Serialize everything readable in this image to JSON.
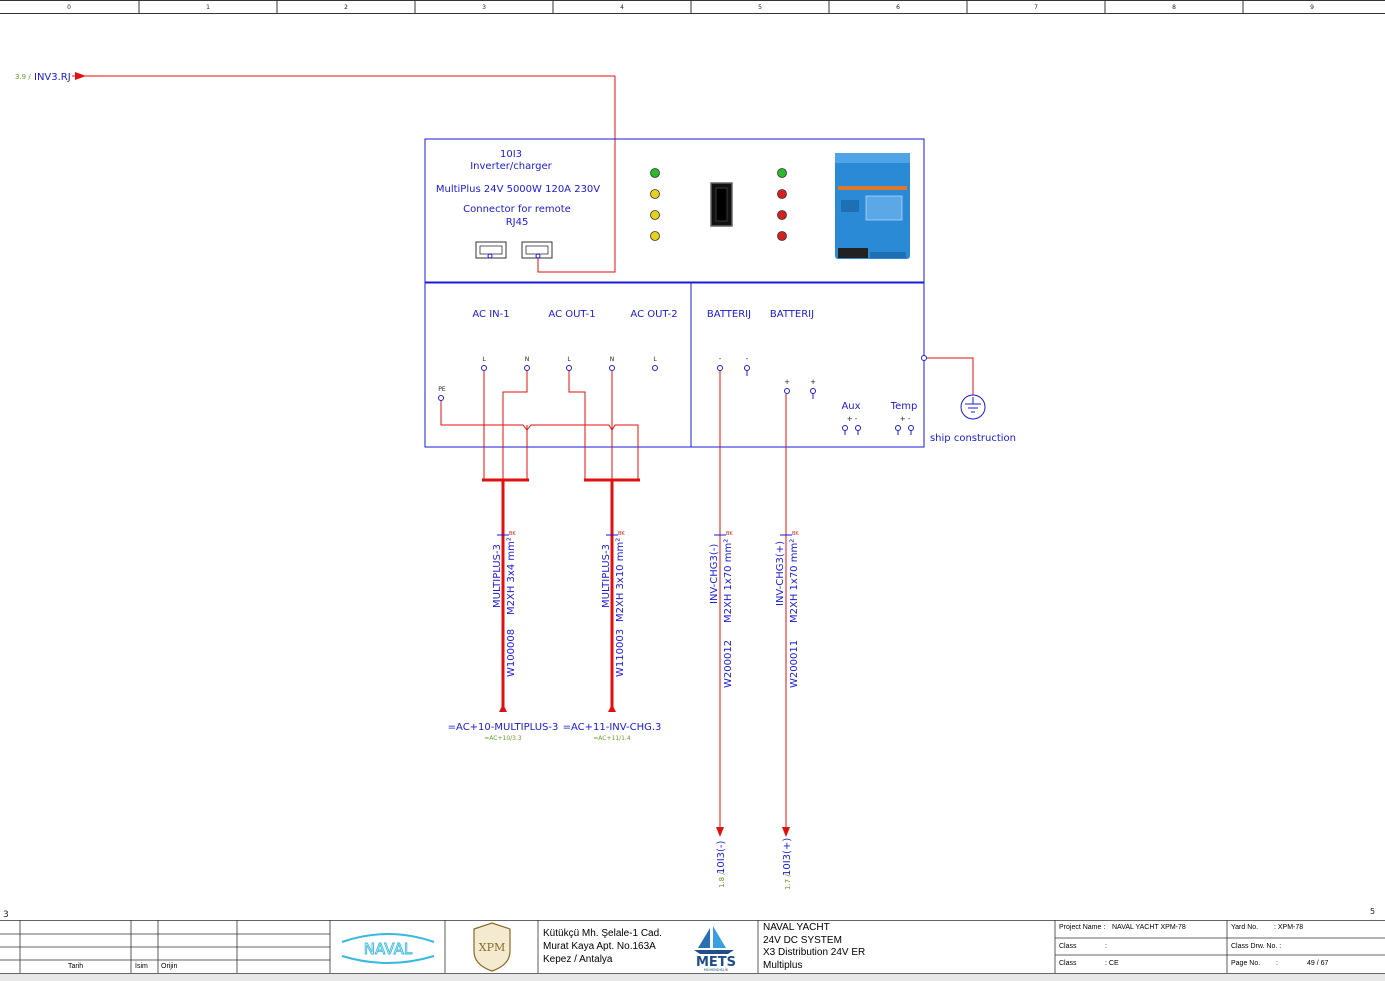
{
  "ruler": {
    "columns": [
      "0",
      "1",
      "2",
      "3",
      "4",
      "5",
      "6",
      "7",
      "8",
      "9"
    ]
  },
  "page_markers": {
    "left": "3",
    "right": "5"
  },
  "refs": {
    "inv3_rj": {
      "source": "3.9 /",
      "label": "INV3.RJ"
    },
    "dc_neg": {
      "source": "1.8 /",
      "label": "10I3(-)"
    },
    "dc_pos": {
      "source": "1.7 /",
      "label": "10I3(+)"
    }
  },
  "device": {
    "id": "10I3",
    "type": "Inverter/charger",
    "model": "MultiPlus 24V 5000W 120A 230V",
    "connector_label": "Connector for remote",
    "connector_type": "RJ45",
    "led_colors_left": [
      "#2db82d",
      "#e6d21a",
      "#e6d21a",
      "#e6d21a"
    ],
    "led_colors_right": [
      "#2db82d",
      "#d42020",
      "#d42020",
      "#d42020"
    ]
  },
  "terminals": {
    "ac_in_1": "AC IN-1",
    "ac_out_1": "AC OUT-1",
    "ac_out_2": "AC OUT-2",
    "batterij_1": "BATTERIJ",
    "batterij_2": "BATTERIJ",
    "L": "L",
    "N": "N",
    "PE": "PE",
    "minus": "-",
    "plus": "+",
    "aux": "Aux",
    "temp": "Temp",
    "aux_pins": "+ -",
    "temp_pins": "+ -"
  },
  "ground": {
    "label": "ship construction"
  },
  "cables": [
    {
      "name": "MULTIPLUS-3",
      "spec": "M2XH 3x4 mm²",
      "id": "W100008",
      "color_code": "BK"
    },
    {
      "name": "MULTIPLUS-3",
      "spec": "M2XH 3x10 mm²",
      "id": "W110003",
      "color_code": "BK"
    },
    {
      "name": "INV-CHG3(-)",
      "spec": "M2XH 1x70 mm²",
      "id": "W200012",
      "color_code": "BK"
    },
    {
      "name": "INV-CHG3(+)",
      "spec": "M2XH 1x70 mm²",
      "id": "W200011",
      "color_code": "BK"
    }
  ],
  "destinations": [
    {
      "label": "=AC+10-MULTIPLUS-3",
      "ref": "=AC+10/3.3"
    },
    {
      "label": "=AC+11-INV-CHG.3",
      "ref": "=AC+11/1.4"
    }
  ],
  "title_block": {
    "col_tarih": "Tarih",
    "col_isim": "İsim",
    "col_orijin": "Orijin",
    "logo_naval": "NAVAL",
    "logo_crest": "XPM",
    "address": [
      "Kütükçü Mh. Şelale-1 Cad.",
      "Murat Kaya Apt. No.163A",
      "Kepez  / Antalya"
    ],
    "logo_mets": "METS",
    "logo_mets_sub": "MÜHENDİSLİK",
    "description": [
      "NAVAL YACHT",
      "24V DC SYSTEM",
      "X3 Distribution 24V ER",
      "Multiplus"
    ],
    "project_name_label": "Project Name :",
    "project_name_value": "NAVAL YACHT  XPM-78",
    "class_label_1": "Class",
    "class_value_1": ":",
    "class_label_2": "Class",
    "class_value_2": ": CE",
    "yard_no_label": "Yard No.",
    "yard_no_value": ": XPM-78",
    "class_drw_label": "Class Drw. No. :",
    "class_drw_value": "",
    "page_no_label": "Page No.",
    "page_no_colon": ":",
    "page_no_value": "49 / 67"
  }
}
